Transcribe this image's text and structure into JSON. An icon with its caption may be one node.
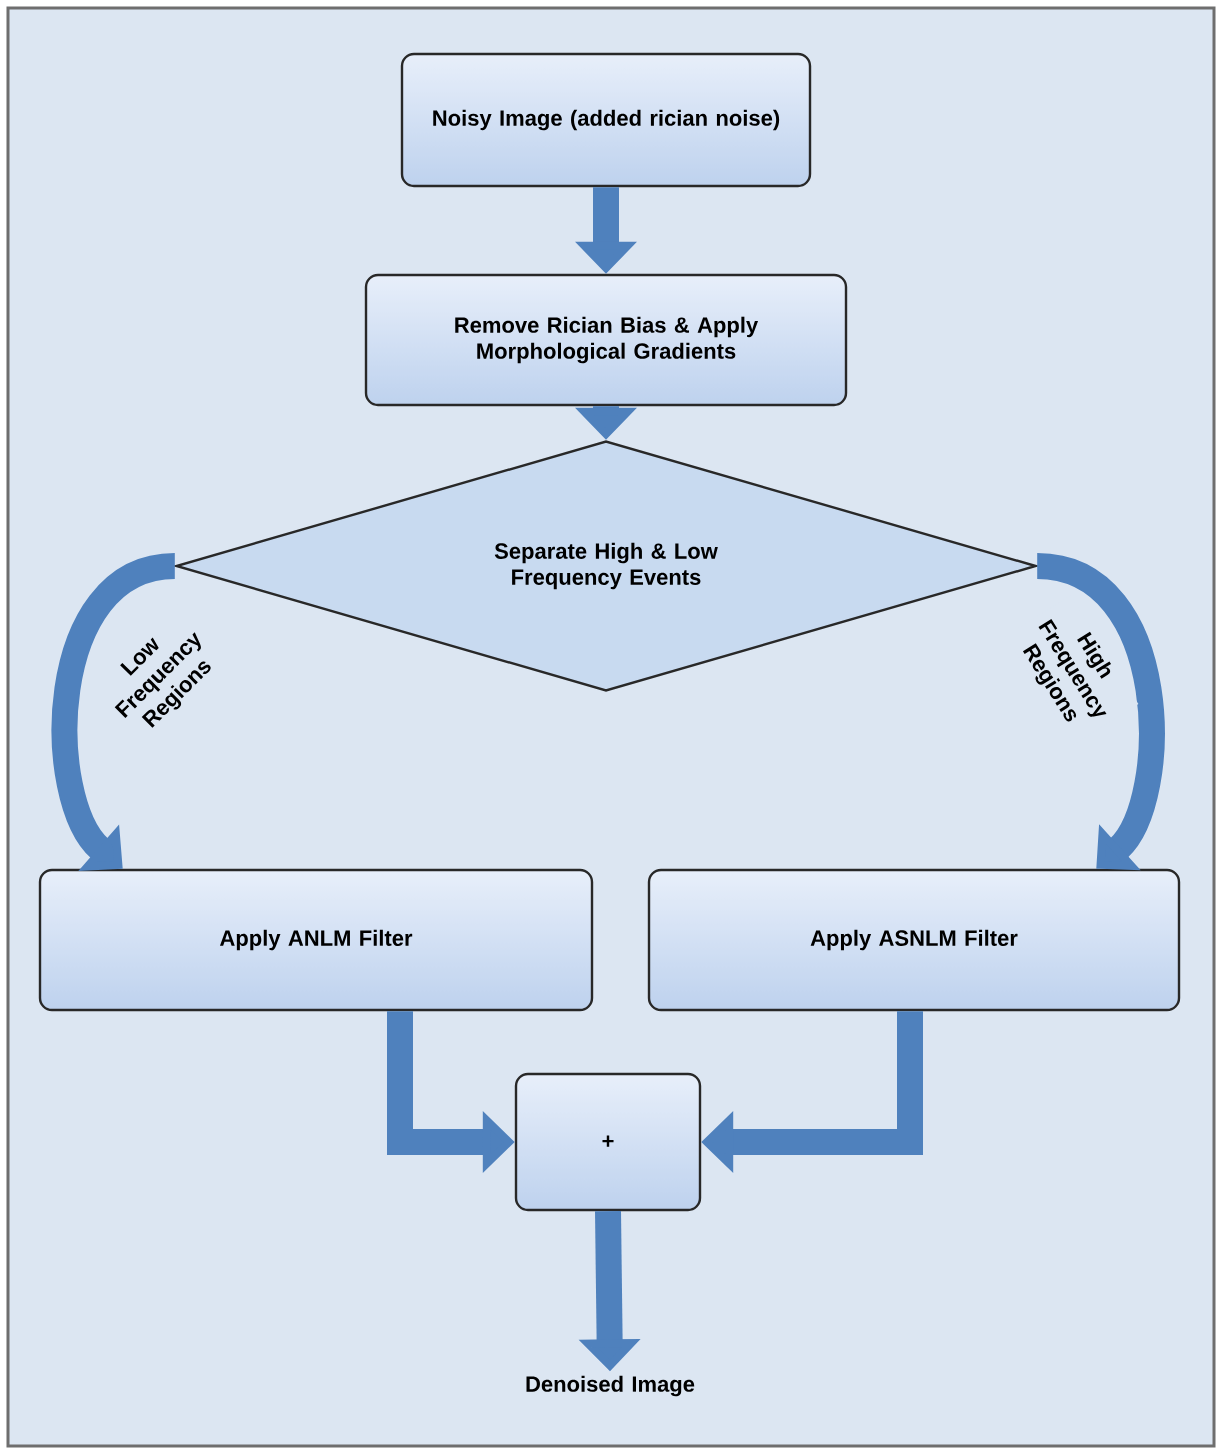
{
  "diagram": {
    "nodes": [
      {
        "text": [
          "Noisy Image (added rician noise)"
        ]
      },
      {
        "text": [
          "Remove Rician Bias & Apply Morphological Gradients"
        ]
      },
      {
        "text": [
          "Separate High & Low Frequency Events"
        ]
      },
      {
        "text": [
          "Apply ANLM Filter"
        ]
      },
      {
        "text": [
          "Apply ASNLM Filter"
        ]
      },
      {
        "text": [
          "+"
        ]
      },
      {
        "text": [
          "Denoised Image"
        ]
      }
    ],
    "edges": [
      {
        "from": 0,
        "to": 1,
        "arrow": "to"
      },
      {
        "from": 1,
        "to": 2,
        "arrow": "to"
      },
      {
        "from": 2,
        "to": 3,
        "arrow": "to",
        "label": "Low Frequency Regions"
      },
      {
        "from": 2,
        "to": 4,
        "arrow": "to",
        "label": "High Frequency Regions"
      },
      {
        "from": 3,
        "to": 5,
        "arrow": "to"
      },
      {
        "from": 4,
        "to": 5,
        "arrow": "to"
      },
      {
        "from": 5,
        "to": 6,
        "arrow": "to"
      }
    ]
  }
}
